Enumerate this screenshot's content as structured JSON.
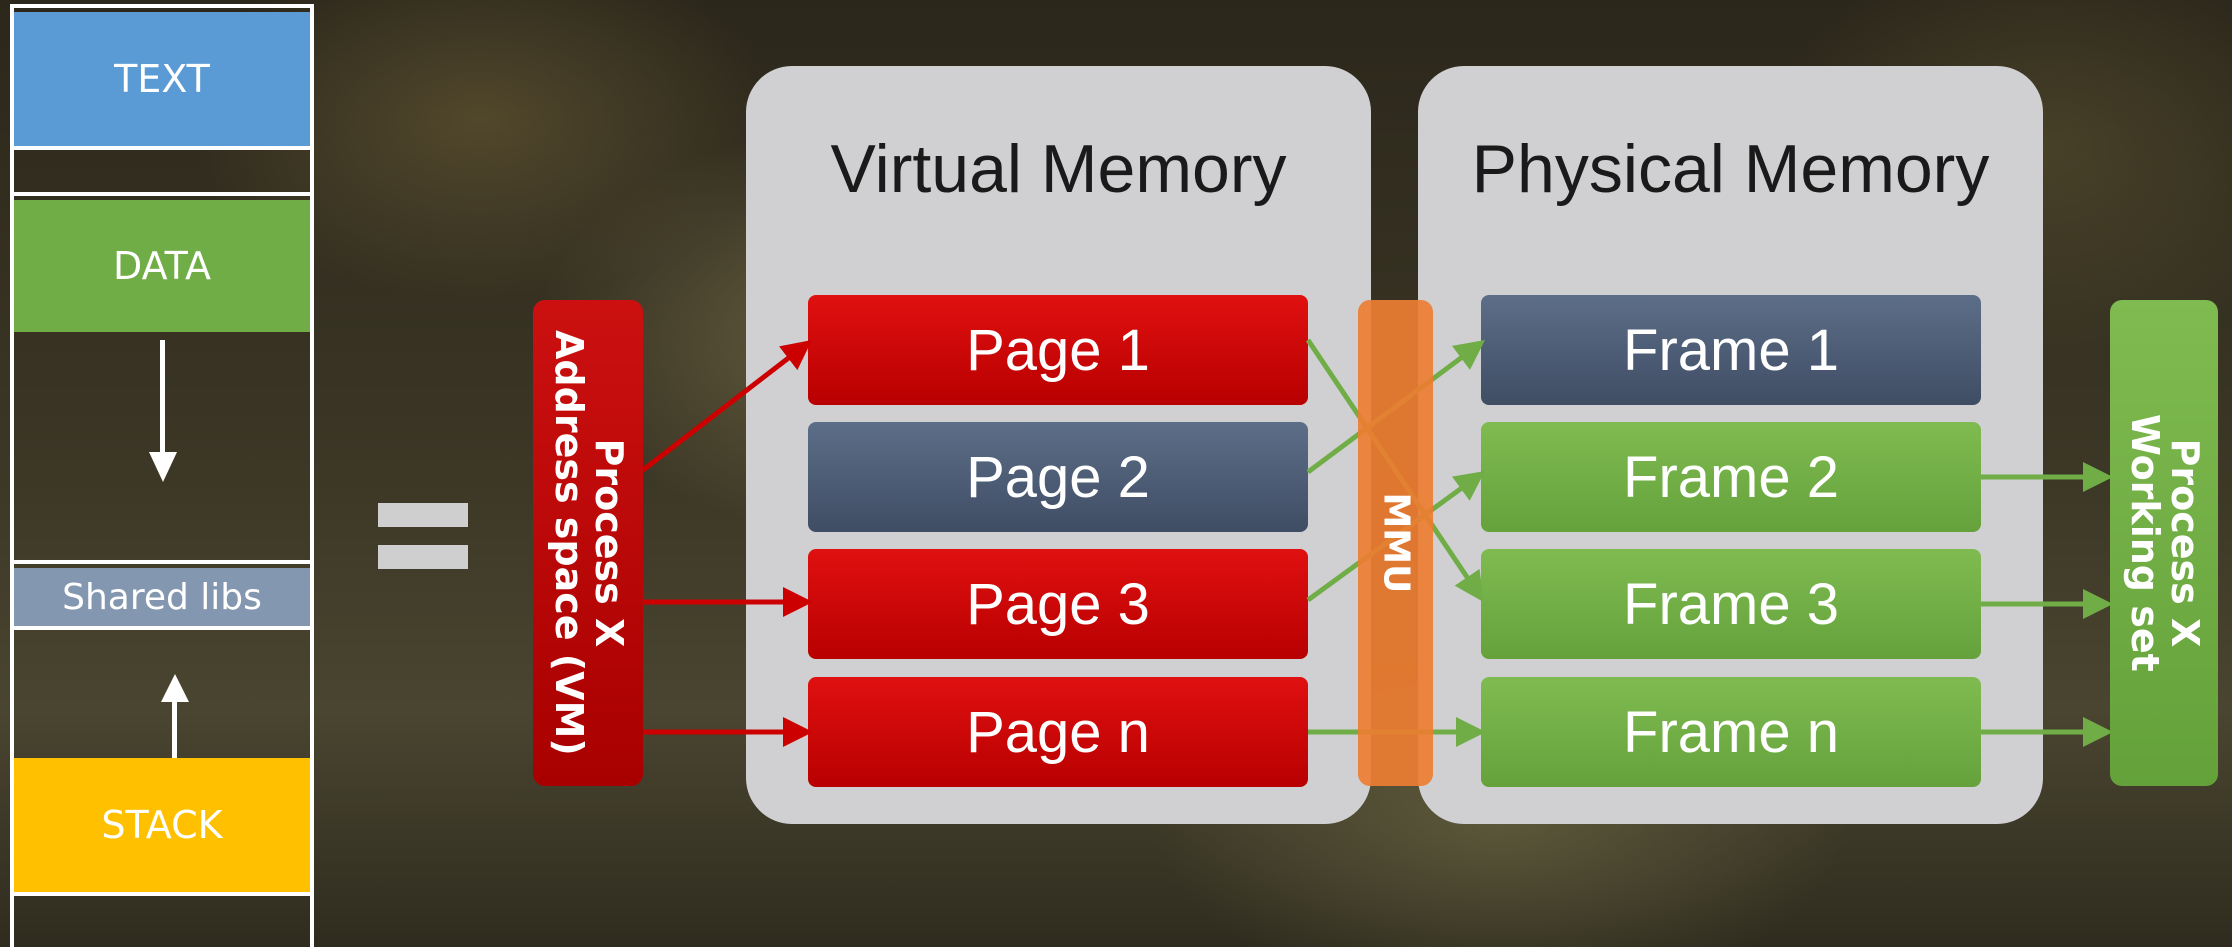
{
  "memory_layout": {
    "segments": {
      "text": "TEXT",
      "data": "DATA",
      "shared_libs": "Shared libs",
      "stack": "STACK"
    }
  },
  "virtual_memory": {
    "title": "Virtual Memory",
    "pages": [
      "Page 1",
      "Page 2",
      "Page 3",
      "Page n"
    ]
  },
  "physical_memory": {
    "title": "Physical Memory",
    "frames": [
      "Frame 1",
      "Frame 2",
      "Frame 3",
      "Frame n"
    ]
  },
  "address_space_label": {
    "line1": "Process X",
    "line2": "Address space (VM)"
  },
  "mmu_label": "MMU",
  "working_set_label": {
    "line1": "Process X",
    "line2": "Working set"
  },
  "colors": {
    "text_segment": "#5b9bd5",
    "data_segment": "#70ad47",
    "shared_libs_segment": "#8497b0",
    "stack_segment": "#ffc000",
    "page_red": "#cc0000",
    "page_slate": "#44546a",
    "frame_green": "#70ad47",
    "mmu_orange": "#ed7d31",
    "panel_gray": "#d0d0d3"
  },
  "mapping": [
    {
      "page": "Page 1",
      "frame": "Frame 3"
    },
    {
      "page": "Page 2",
      "frame": "Frame 1"
    },
    {
      "page": "Page 3",
      "frame": "Frame 2"
    },
    {
      "page": "Page n",
      "frame": "Frame n"
    }
  ]
}
